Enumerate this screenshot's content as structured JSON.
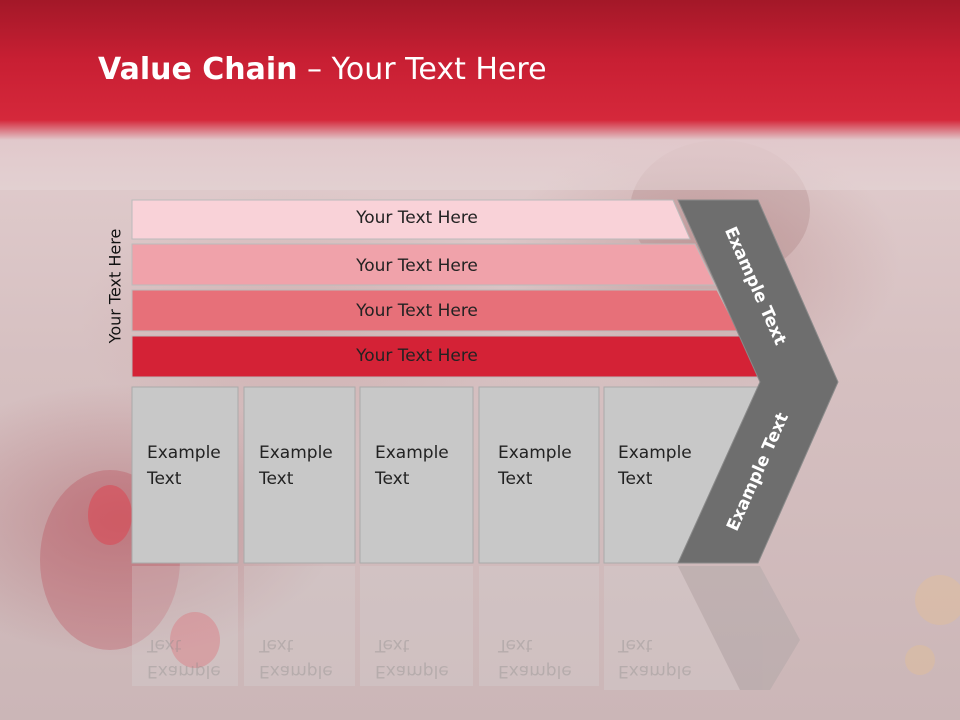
{
  "title": {
    "bold": "Value Chain",
    "rest": " – Your Text Here"
  },
  "side_label": "Your Text Here",
  "rows": [
    {
      "label": "Your Text Here",
      "color": "#f9d2d8"
    },
    {
      "label": "Your Text Here",
      "color": "#f0a2aa"
    },
    {
      "label": "Your Text Here",
      "color": "#e77079"
    },
    {
      "label": "Your Text Here",
      "color": "#d42236"
    }
  ],
  "activities": [
    {
      "line1": "Example",
      "line2": "Text"
    },
    {
      "line1": "Example",
      "line2": "Text"
    },
    {
      "line1": "Example",
      "line2": "Text"
    },
    {
      "line1": "Example",
      "line2": "Text"
    },
    {
      "line1": "Example",
      "line2": "Text"
    }
  ],
  "arrow_top": "Example Text",
  "arrow_bottom": "Example Text",
  "colors": {
    "banner": "#c81f33",
    "arrow": "#6e6e6e",
    "box": "#c8c8c8"
  }
}
